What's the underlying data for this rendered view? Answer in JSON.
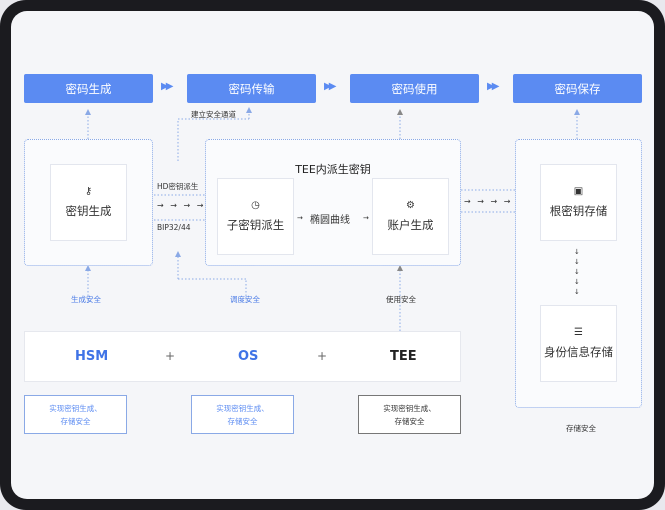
{
  "top_row": [
    "密码生成",
    "密码传输",
    "密码使用",
    "密码保存"
  ],
  "secure_channel": "建立安全通道",
  "key_gen": {
    "label": "密钥生成",
    "icon": "key-icon"
  },
  "hd_label": "HD密钥派生",
  "bip_label": "BIP32/44",
  "tee_title": "TEE内派生密钥",
  "child_key": {
    "label": "子密钥派生",
    "icon": "clock-icon"
  },
  "elliptic": "椭圆曲线",
  "account": {
    "label": "账户生成",
    "icon": "settings-icon"
  },
  "root_store": {
    "label": "根密钥存储",
    "icon": "save-icon"
  },
  "identity_store": {
    "label": "身份信息存储",
    "icon": "user-list-icon"
  },
  "labels": {
    "gen_safe": "生成安全",
    "call_safe": "调度安全",
    "use_safe": "使用安全",
    "store_safe": "存储安全"
  },
  "platforms": [
    "HSM",
    "OS",
    "TEE"
  ],
  "plus": "+",
  "notes": [
    "实现密钥生成、\n存储安全",
    "实现密钥生成、\n存储安全",
    "实现密钥生成、\n存储安全"
  ],
  "colors": {
    "accent": "#5b8bf2"
  }
}
